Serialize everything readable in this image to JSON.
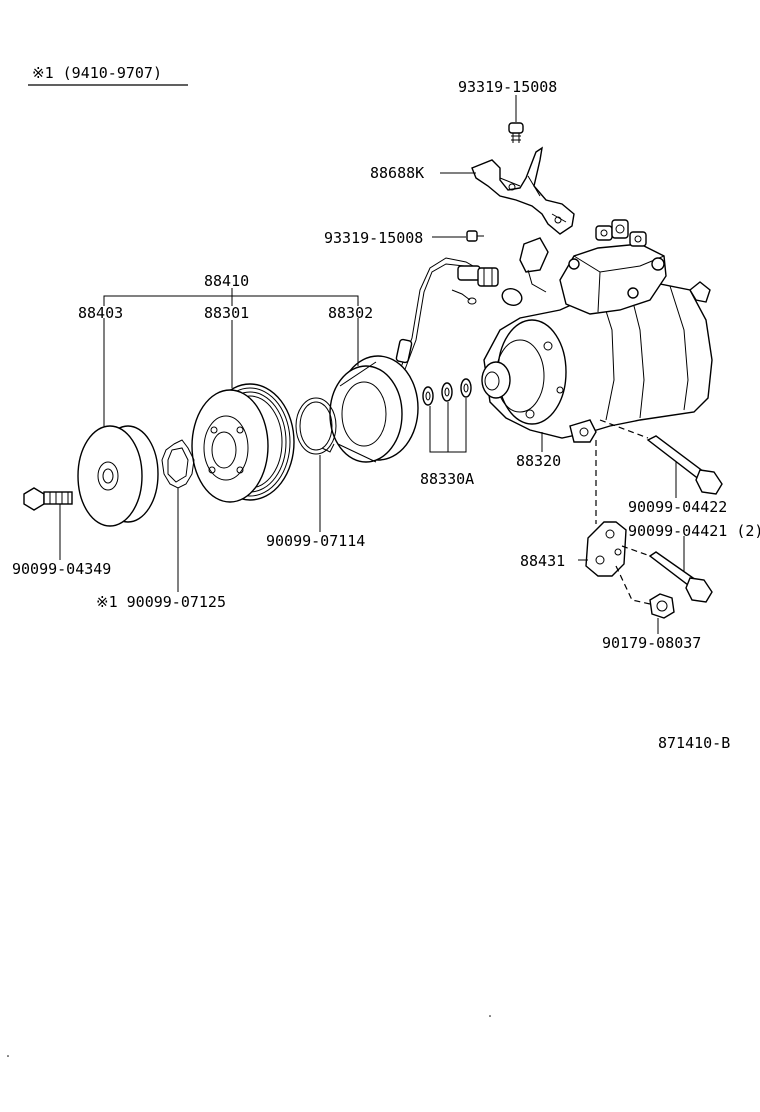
{
  "note": {
    "text": "※1 (9410-9707)"
  },
  "figure_id": "871410-B",
  "parts": {
    "p93319_top": "93319-15008",
    "p88688K": "88688K",
    "p93319_mid": "93319-15008",
    "p88410": "88410",
    "p88403": "88403",
    "p88301": "88301",
    "p88302": "88302",
    "p88330A": "88330A",
    "p88320": "88320",
    "p90099_04349": "90099-04349",
    "p90099_07125": "※1 90099-07125",
    "p90099_07114": "90099-07114",
    "p90099_04422": "90099-04422",
    "p90099_04421": "90099-04421 (2)",
    "p88431": "88431",
    "p90179_08037": "90179-08037"
  }
}
